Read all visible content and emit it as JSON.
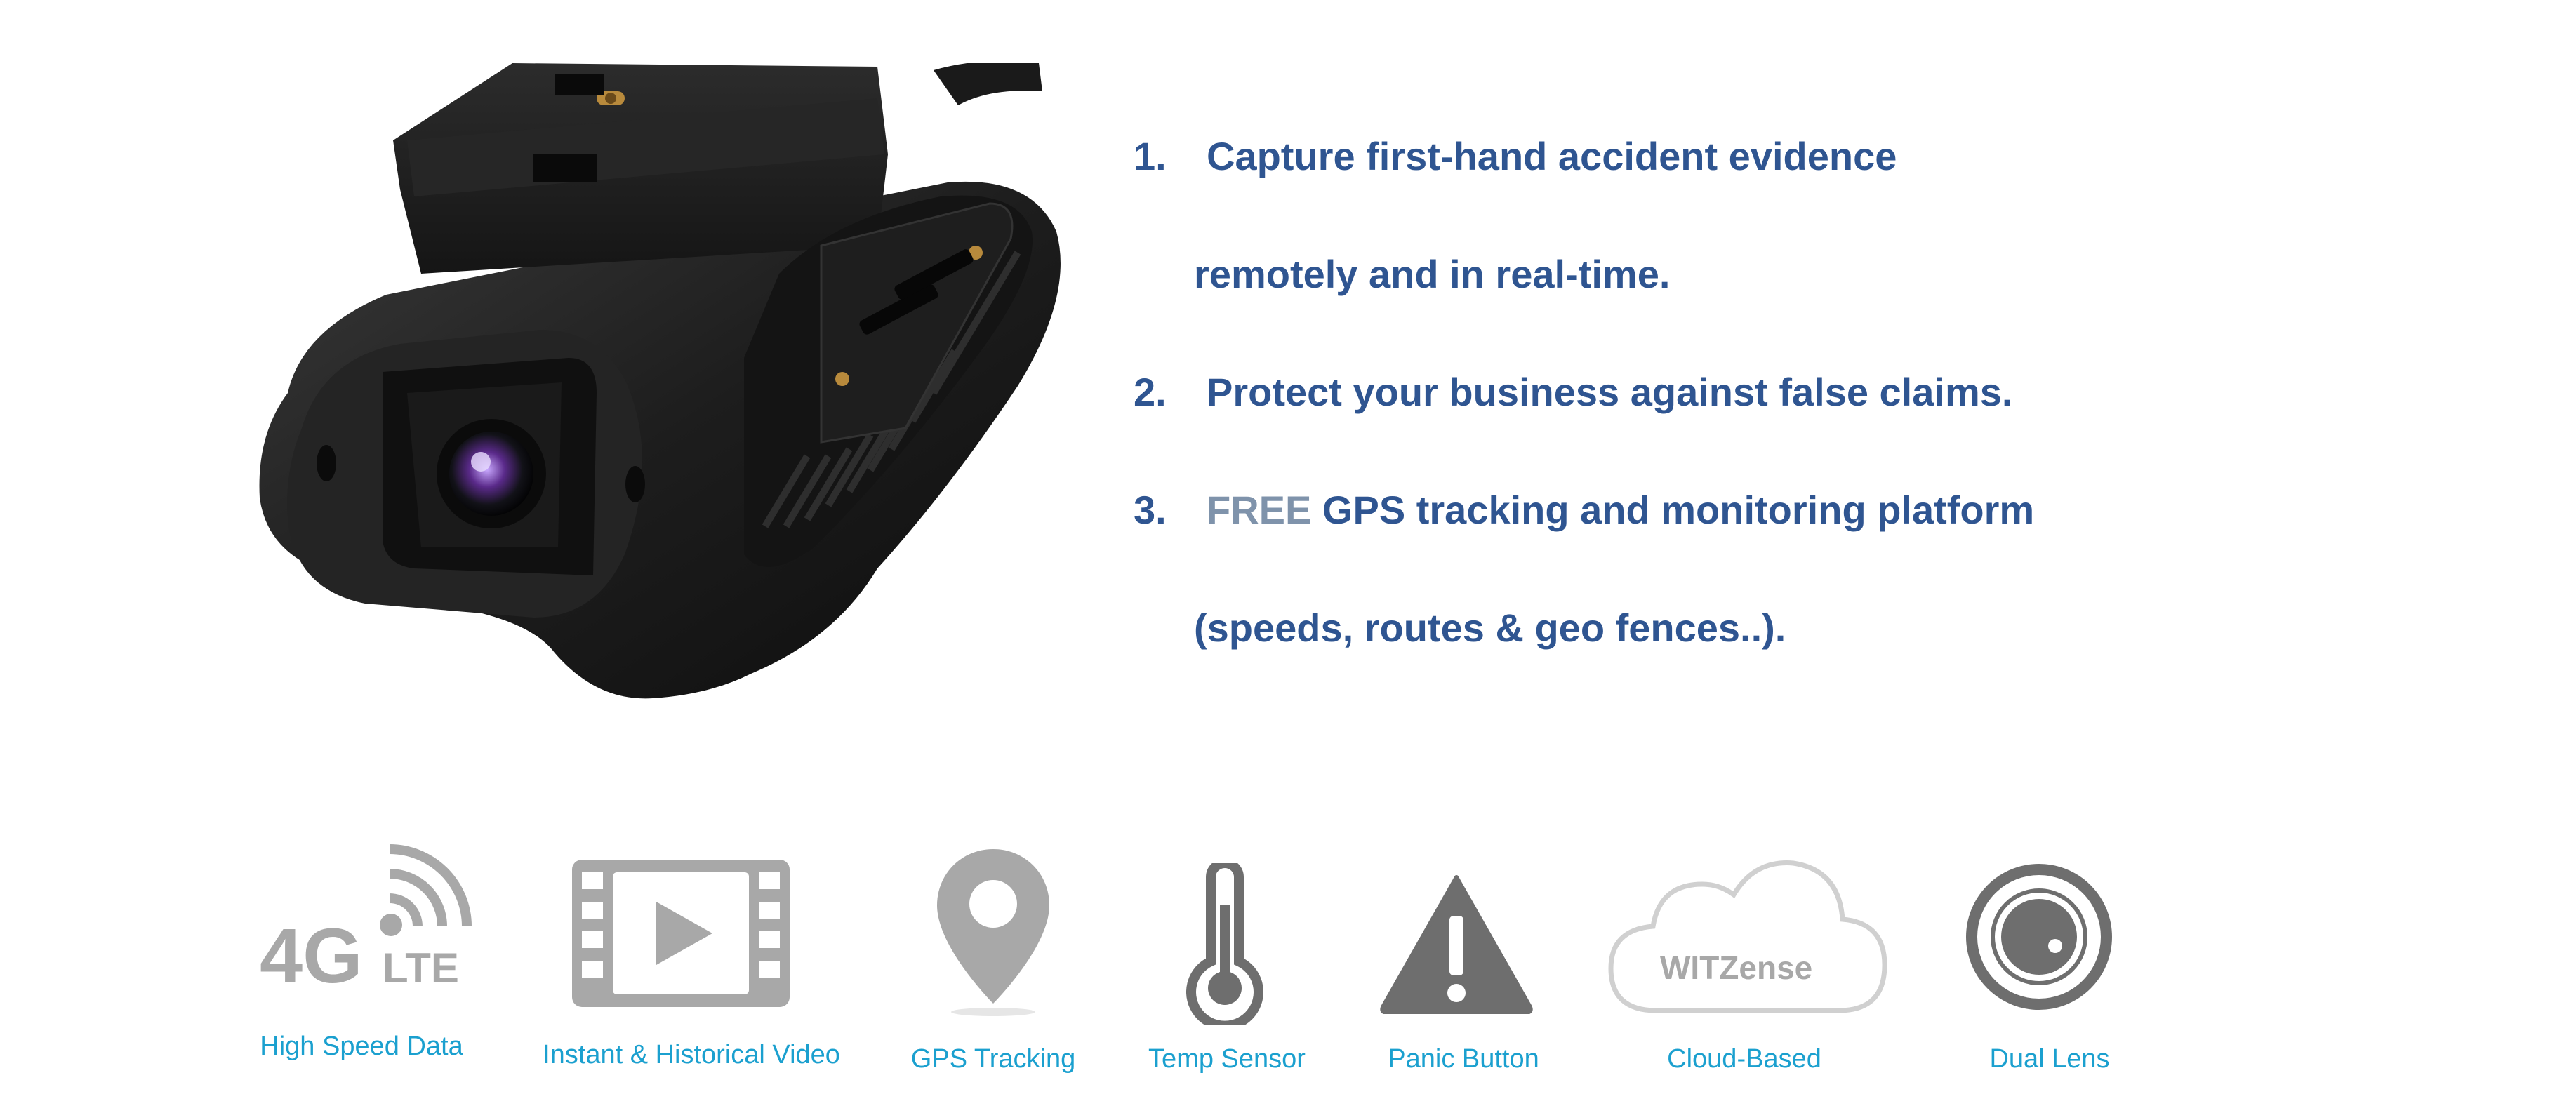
{
  "features": [
    {
      "number": "1.",
      "lines": [
        "Capture first-hand accident evidence",
        "remotely and in real-time."
      ]
    },
    {
      "number": "2.",
      "lines": [
        "Protect your business against false claims."
      ]
    },
    {
      "number": "3.",
      "highlight": "FREE",
      "lines": [
        "GPS tracking and monitoring platform",
        "(speeds, routes & geo fences..)."
      ]
    }
  ],
  "icons": [
    {
      "icon": "4g-lte-icon",
      "label": "High Speed Data",
      "logo_text": "4G LTE"
    },
    {
      "icon": "video-film-icon",
      "label": "Instant & Historical Video"
    },
    {
      "icon": "map-pin-icon",
      "label": "GPS Tracking"
    },
    {
      "icon": "thermometer-icon",
      "label": "Temp Sensor"
    },
    {
      "icon": "warning-triangle-icon",
      "label": "Panic Button"
    },
    {
      "icon": "cloud-icon",
      "label": "Cloud-Based",
      "logo_text": "WITZense"
    },
    {
      "icon": "camera-lens-icon",
      "label": "Dual Lens"
    }
  ],
  "colors": {
    "heading_blue": "#2f5591",
    "free_gray": "#7f93ab",
    "label_cyan": "#1ba0cf",
    "icon_gray": "#a8a8a8",
    "icon_dark": "#6e6e6e",
    "device_black": "#1c1c1c"
  }
}
